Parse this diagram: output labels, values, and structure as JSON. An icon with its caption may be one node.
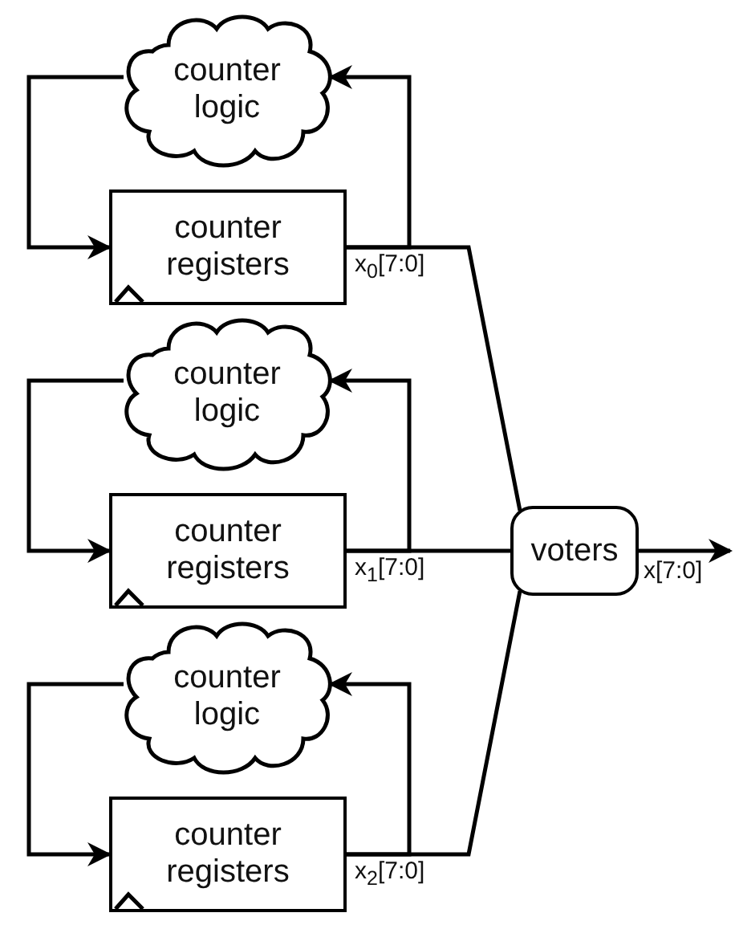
{
  "diagram": {
    "nodes": [
      {
        "text": [
          "counter logic"
        ]
      },
      {
        "text": [
          "counter registers"
        ]
      },
      {
        "text": [
          "counter logic"
        ]
      },
      {
        "text": [
          "counter registers"
        ]
      },
      {
        "text": [
          "counter logic"
        ]
      },
      {
        "text": [
          "counter registers"
        ]
      },
      {
        "text": [
          "voters"
        ]
      }
    ],
    "edges": [
      {
        "from": 0,
        "to": 1,
        "arrow": "to"
      },
      {
        "from": 1,
        "to": 0,
        "arrow": "to"
      },
      {
        "from": 2,
        "to": 3,
        "arrow": "to"
      },
      {
        "from": 3,
        "to": 2,
        "arrow": "to"
      },
      {
        "from": 4,
        "to": 5,
        "arrow": "to"
      },
      {
        "from": 5,
        "to": 4,
        "arrow": "to"
      },
      {
        "from": 1,
        "to": 6,
        "arrow": "none",
        "label": "x$_{0}$[7:0]"
      },
      {
        "from": 3,
        "to": 6,
        "arrow": "none",
        "label": "x$_{1}$[7:0]"
      },
      {
        "from": 5,
        "to": 6,
        "arrow": "none",
        "label": "x$_{2}$[7:0]"
      },
      {
        "from": 6,
        "to": null,
        "arrow": "to",
        "label": "x[7:0]"
      }
    ]
  }
}
